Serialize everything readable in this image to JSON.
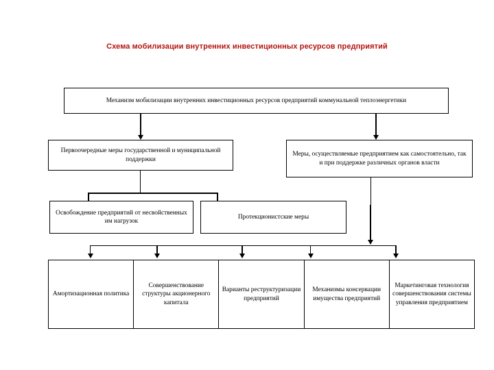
{
  "page": {
    "title": "Схема мобилизации внутренних инвестиционных ресурсов предприятий",
    "title_color": "#b3140f",
    "background": "#ffffff",
    "line_color": "#000000"
  },
  "diagram": {
    "level1": {
      "root": "Механизм мобилизации внутренних инвестиционных ресурсов предприятий коммунальной теплоэнергетики"
    },
    "level2": {
      "left": "Первоочередные меры государственной и муниципальной поддержки",
      "right": "Меры, осуществляемые предприятием как самостоятельно, так и при поддержке различных органов власти"
    },
    "level3": {
      "left": "Освобождение предприятий от несвойственных им нагрузок",
      "right": "Протекционистские меры"
    },
    "level4": [
      "Амортизационная политика",
      "Совершенствование структуры акционерного капитала",
      "Варианты реструктуризации предприятий",
      "Механизмы консервации имущества предприятий",
      "Маркетинговая технология совершенствования системы управления предприятием"
    ]
  }
}
